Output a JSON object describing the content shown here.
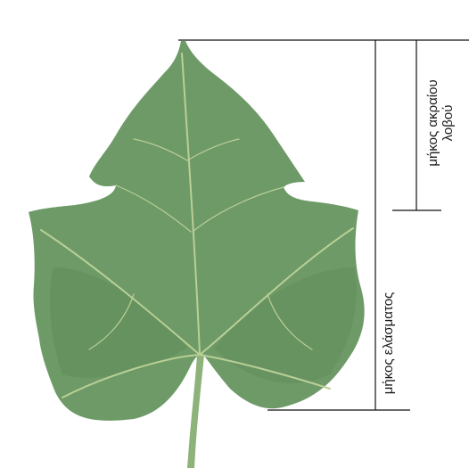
{
  "labels": {
    "terminal_lobe_length_line1": "μήκος ακραίου",
    "terminal_lobe_length_line2": "λοβού",
    "blade_length": "μήκος ελάσματος"
  },
  "colors": {
    "leaf": "#6d9a67",
    "leaf_dark": "#5b8757",
    "vein": "#b9cf96",
    "line": "#111111"
  }
}
